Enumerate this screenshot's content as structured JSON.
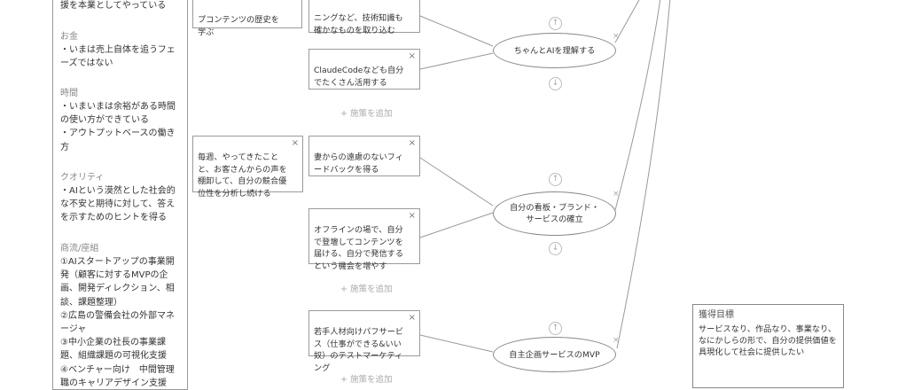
{
  "sidebar": {
    "top_text": "援を本業としてやっている",
    "sections": [
      {
        "title": "お金",
        "body": "・いまは売上自体を追うフェーズではない"
      },
      {
        "title": "時間",
        "body": "・いまいまは余裕がある時間の使い方ができている\n・アウトプットベースの働き方"
      },
      {
        "title": "クオリティ",
        "body": "・AIという漠然とした社会的な不安と期待に対して、答えを示すためのヒントを得る"
      },
      {
        "title": "商流/座組",
        "body": "①AIスタートアップの事業開発（顧客に対するMVPの企画、開発ディレクション、相談、課題整理）\n②広島の警備会社の外部マネージャ\n③中小企業の社長の事業課題、組織課題の可視化支援\n④ベンチャー向け　中間管理職のキャリアデザイン支援"
      }
    ]
  },
  "cards": {
    "history": "プコンテンツの歴史を学ぶ",
    "tech": "ニングなど、技術知識も確かなものを取り込む",
    "claude": "ClaudeCodeなども自分でたくさん活用する",
    "weekly": "毎週、やってきたことと、お客さんからの声を棚卸して、自分の競合優位性を分析し続ける",
    "wife": "妻からの遠慮のないフィードバックを得る",
    "offline": "オフラインの場で、自分で登壇してコンテンツを届ける、自分で発信するという機会を増やす",
    "young": "若手人材向けパフサービス（仕事ができる&いい奴）のテストマーケティング"
  },
  "add_label": "+ 施策を追加",
  "close_glyph": "×",
  "up_glyph": "↑",
  "down_glyph": "↓",
  "nodes": {
    "ai": "ちゃんとAIを理解する",
    "brand": "自分の看板・ブランド・サービスの確立",
    "mvp": "自主企画サービスのMVP"
  },
  "goal": {
    "title": "獲得目標",
    "body": "サービスなり、作品なり、事業なり、なにかしらの形で、自分の提供価値を具現化して社会に提供したい"
  }
}
